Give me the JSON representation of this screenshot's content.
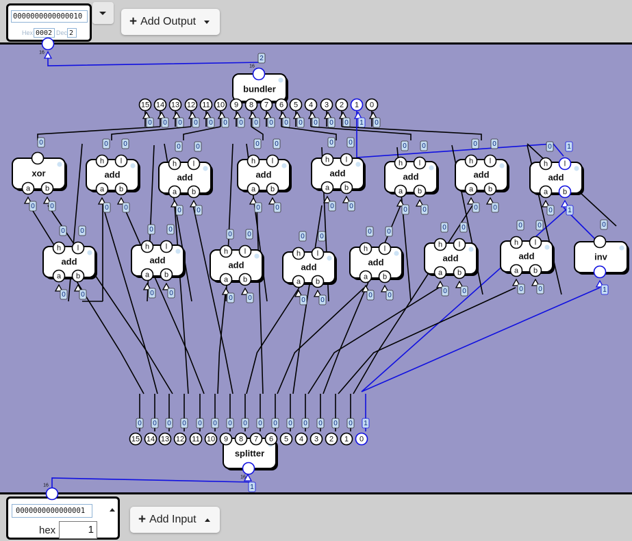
{
  "output": {
    "binary": "0000000000000010",
    "hex_label": "Hex",
    "hex_value": "0002",
    "dec_label": "Dec",
    "dec_value": "2",
    "add_label": "Add Output"
  },
  "input": {
    "binary": "0000000000000001",
    "hex_label": "hex",
    "hex_value": "1",
    "add_label": "Add Input"
  },
  "colors": {
    "canvas": "#9896c7",
    "wire": "#000000",
    "active_wire": "#1010e0",
    "bit_label_fill": "#c5dcf3"
  },
  "circuit": {
    "bus_width": "16",
    "bundler": {
      "title": "bundler",
      "in_bits": [
        "15",
        "14",
        "13",
        "12",
        "11",
        "10",
        "9",
        "8",
        "7",
        "6",
        "5",
        "4",
        "3",
        "2",
        "1",
        "0"
      ],
      "in_values": [
        "0",
        "0",
        "0",
        "0",
        "0",
        "0",
        "0",
        "0",
        "0",
        "0",
        "0",
        "0",
        "0",
        "0",
        "1",
        "0"
      ],
      "output_value": "2"
    },
    "splitter": {
      "title": "splitter",
      "out_bits": [
        "15",
        "14",
        "13",
        "12",
        "11",
        "10",
        "9",
        "8",
        "7",
        "6",
        "5",
        "4",
        "3",
        "2",
        "1",
        "0"
      ],
      "out_values": [
        "0",
        "0",
        "0",
        "0",
        "0",
        "0",
        "0",
        "0",
        "0",
        "0",
        "0",
        "0",
        "0",
        "0",
        "0",
        "1"
      ],
      "input_value": "1"
    },
    "gates": {
      "xor": {
        "title": "xor",
        "pins": [
          "a",
          "b"
        ],
        "a": "0",
        "b": "0",
        "out": "0"
      },
      "inv": {
        "title": "inv",
        "in": "1",
        "out": "0"
      }
    },
    "adder_title": "add",
    "adder_pins": {
      "h": "h",
      "l": "l",
      "a": "a",
      "b": "b"
    },
    "adders_upper": [
      {
        "h": "0",
        "l": "0",
        "a": "0",
        "b": "0"
      },
      {
        "h": "0",
        "l": "0",
        "a": "0",
        "b": "0"
      },
      {
        "h": "0",
        "l": "0",
        "a": "0",
        "b": "0"
      },
      {
        "h": "0",
        "l": "0",
        "a": "0",
        "b": "0"
      },
      {
        "h": "0",
        "l": "0",
        "a": "0",
        "b": "0"
      },
      {
        "h": "0",
        "l": "0",
        "a": "0",
        "b": "0"
      },
      {
        "h": "0",
        "l": "1",
        "a": "0",
        "b": "1"
      }
    ],
    "adders_lower": [
      {
        "h": "0",
        "l": "0",
        "a": "0",
        "b": "0"
      },
      {
        "h": "0",
        "l": "0",
        "a": "0",
        "b": "0"
      },
      {
        "h": "0",
        "l": "0",
        "a": "0",
        "b": "0"
      },
      {
        "h": "0",
        "l": "0",
        "a": "0",
        "b": "0"
      },
      {
        "h": "0",
        "l": "0",
        "a": "0",
        "b": "0"
      },
      {
        "h": "0",
        "l": "0",
        "a": "0",
        "b": "0"
      },
      {
        "h": "0",
        "l": "0",
        "a": "0",
        "b": "0"
      }
    ]
  }
}
